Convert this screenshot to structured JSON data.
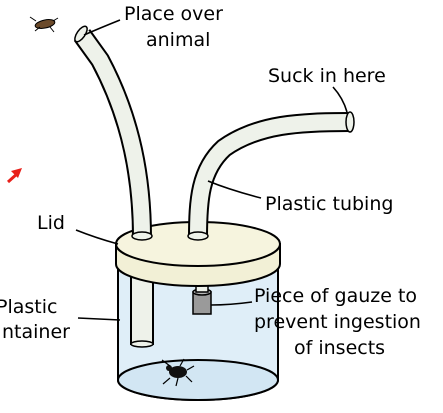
{
  "labels": {
    "place_over_1": "Place over",
    "place_over_2": "animal",
    "suck_in": "Suck in here",
    "tubing": "Plastic tubing",
    "lid": "Lid",
    "container_1": "Plastic",
    "container_2": "ntainer",
    "gauze_1": "Piece of gauze to",
    "gauze_2": "prevent ingestion",
    "gauze_3": "of insects"
  },
  "colors": {
    "arrow": "#e8201a",
    "tube_fill": "#eef2ea",
    "lid_fill": "#f2f0d6",
    "container_fill": "#dfeef8",
    "gauze_fill": "#9a9a9a",
    "outline": "#000000"
  }
}
